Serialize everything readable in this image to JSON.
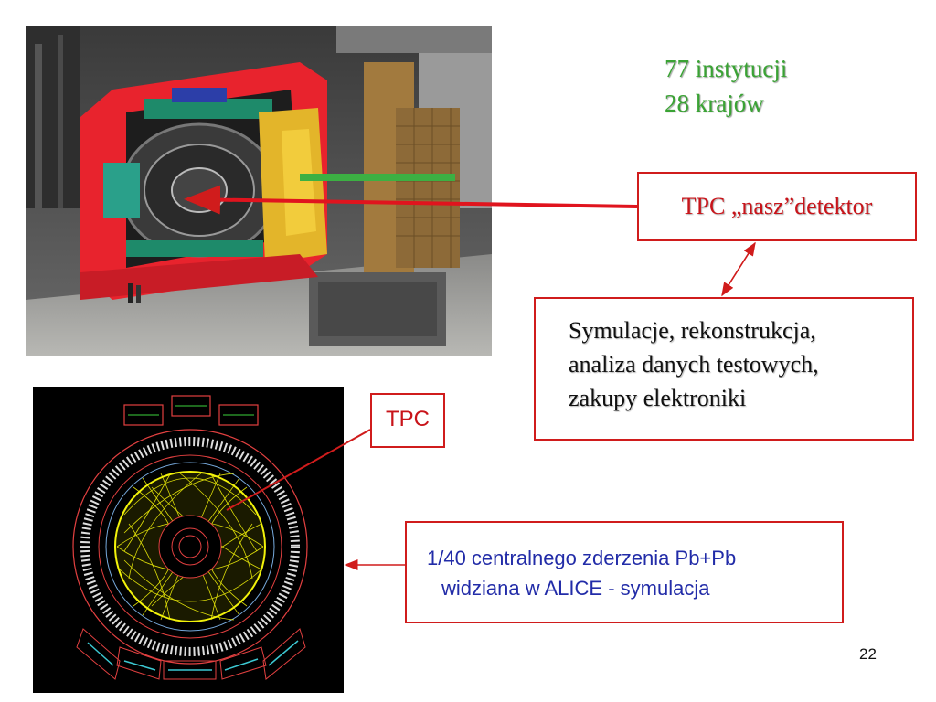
{
  "stats": {
    "institutions": "77 instytucji",
    "countries": "28 krajów"
  },
  "callouts": {
    "tpc_our": "TPC „nasz”detektor",
    "tasks": [
      "Symulacje, rekonstrukcja,",
      "analiza danych testowych,",
      "zakupy elektroniki"
    ],
    "tpc_short": "TPC",
    "collision": [
      "1/40 centralnego zderzenia Pb+Pb",
      "widziana w ALICE - symulacja"
    ]
  },
  "page_number": "22",
  "colors": {
    "green_text": "#3aa334",
    "red_accent": "#d01c1c",
    "blue_text": "#222ca8",
    "track_yellow": "#f2f20a"
  }
}
